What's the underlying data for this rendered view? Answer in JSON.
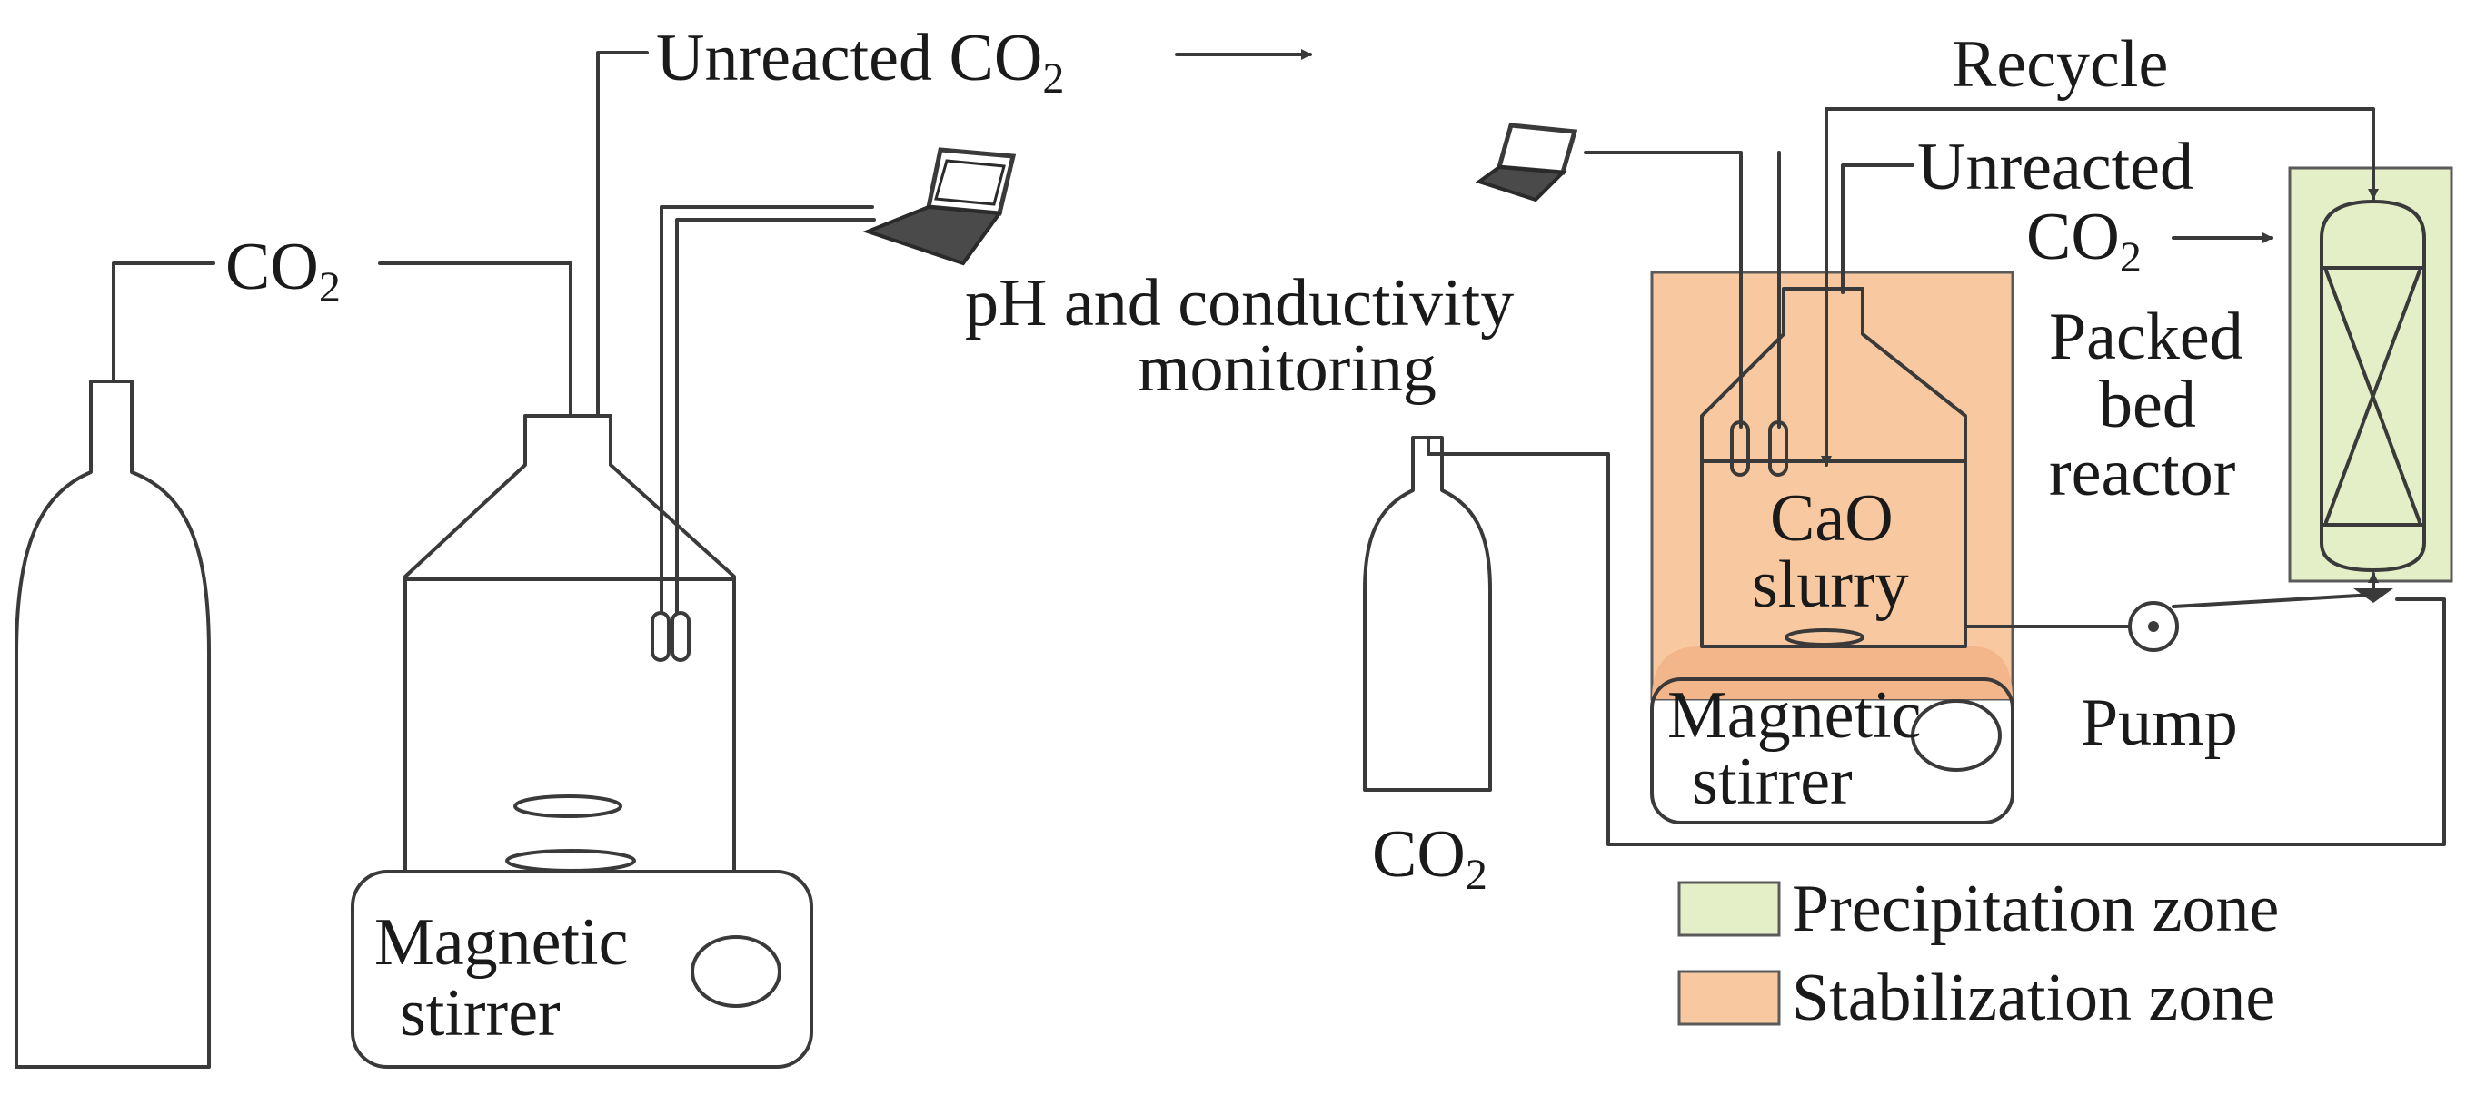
{
  "left_setup": {
    "co2_label": "CO",
    "co2_sub": "2",
    "unreacted_label": "Unreacted CO",
    "unreacted_sub": "2",
    "monitoring_line1": "pH and conductivity",
    "monitoring_line2": "monitoring",
    "stirrer_line1": "Magnetic",
    "stirrer_line2": "stirrer"
  },
  "right_setup": {
    "recycle_label": "Recycle",
    "unreacted_line1": "Unreacted",
    "unreacted_line2": "CO",
    "unreacted_sub": "2",
    "slurry_line1": "CaO",
    "slurry_line2": "slurry",
    "reactor_line1": "Packed",
    "reactor_line2": "bed",
    "reactor_line3": "reactor",
    "stirrer_line1": "Magnetic",
    "stirrer_line2": "stirrer",
    "pump_label": "Pump",
    "co2_label": "CO",
    "co2_sub": "2"
  },
  "legend": {
    "items": [
      {
        "label": "Precipitation zone",
        "color": "#e4efc8"
      },
      {
        "label": "Stabilization zone",
        "color": "#f8c9a0"
      }
    ]
  },
  "colors": {
    "precipitation_zone": "#e4efc8",
    "stabilization_zone": "#f8c9a0",
    "line": "#3a3a3a"
  }
}
